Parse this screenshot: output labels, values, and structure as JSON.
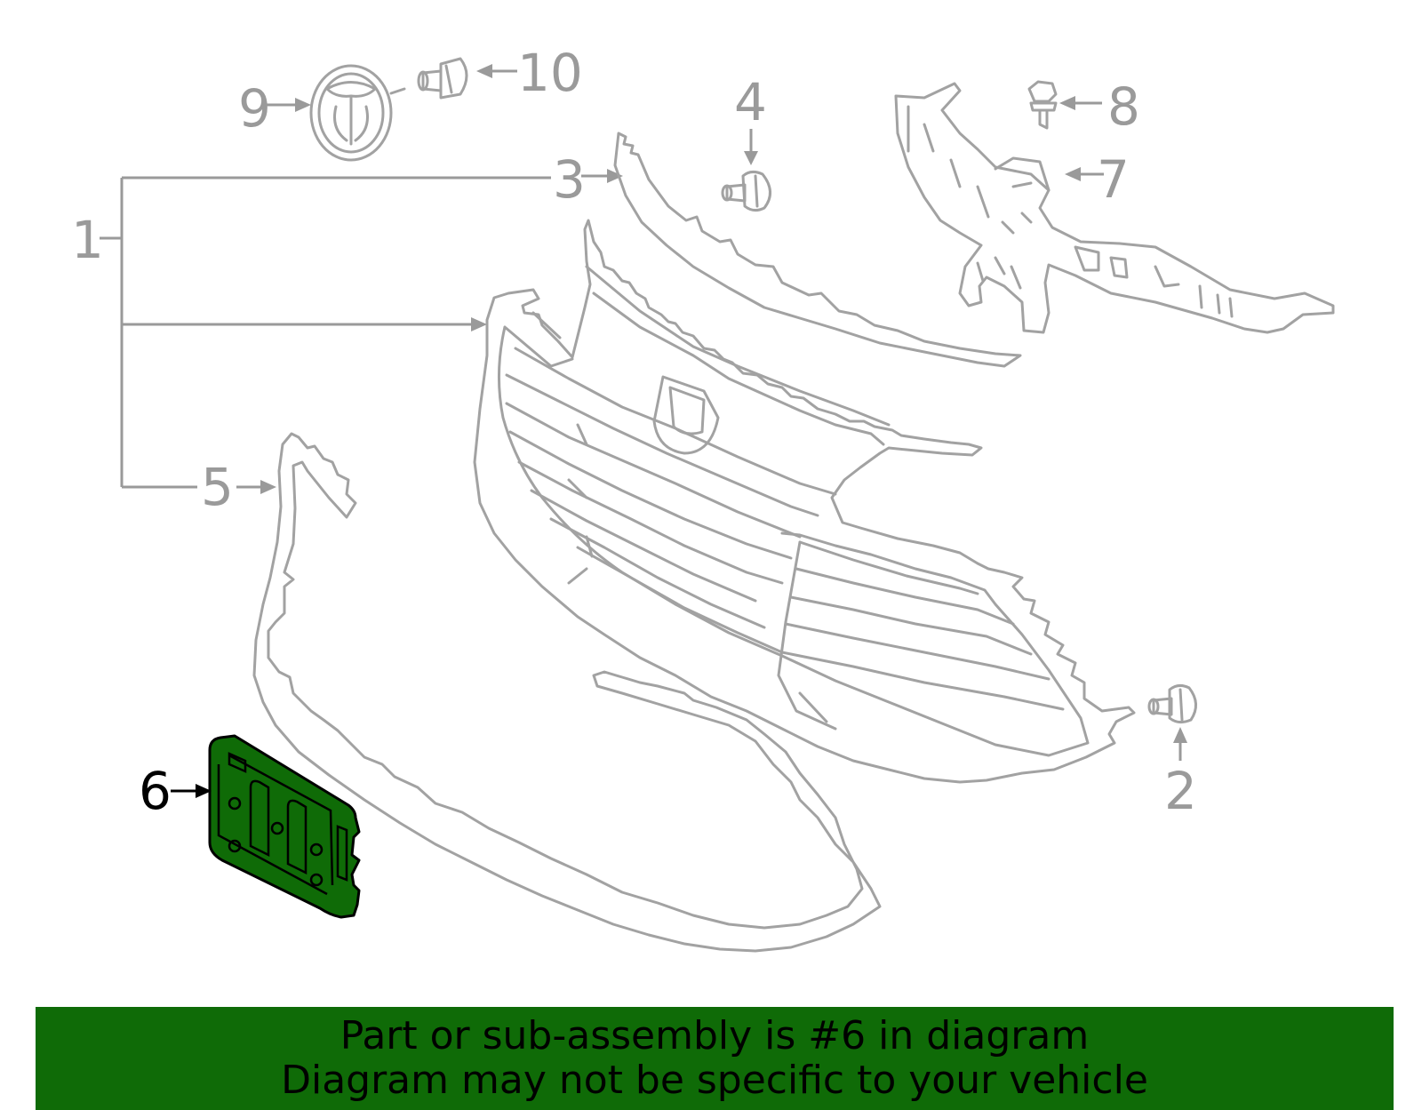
{
  "colors": {
    "banner_bg": "#0f6b07",
    "highlight_fill": "#0f6b07",
    "part_stroke": "#a2a2a2",
    "label_gray": "#9a9a9a",
    "highlight_text": "#000000"
  },
  "callouts": [
    {
      "num": "1",
      "name": "callout-1"
    },
    {
      "num": "2",
      "name": "callout-2"
    },
    {
      "num": "3",
      "name": "callout-3"
    },
    {
      "num": "4",
      "name": "callout-4"
    },
    {
      "num": "5",
      "name": "callout-5"
    },
    {
      "num": "6",
      "name": "callout-6",
      "highlighted": true
    },
    {
      "num": "7",
      "name": "callout-7"
    },
    {
      "num": "8",
      "name": "callout-8"
    },
    {
      "num": "9",
      "name": "callout-9"
    },
    {
      "num": "10",
      "name": "callout-10"
    }
  ],
  "banner": {
    "line1": "Part or sub-assembly is #6 in diagram",
    "line2": "Diagram may not be specific to your vehicle"
  }
}
